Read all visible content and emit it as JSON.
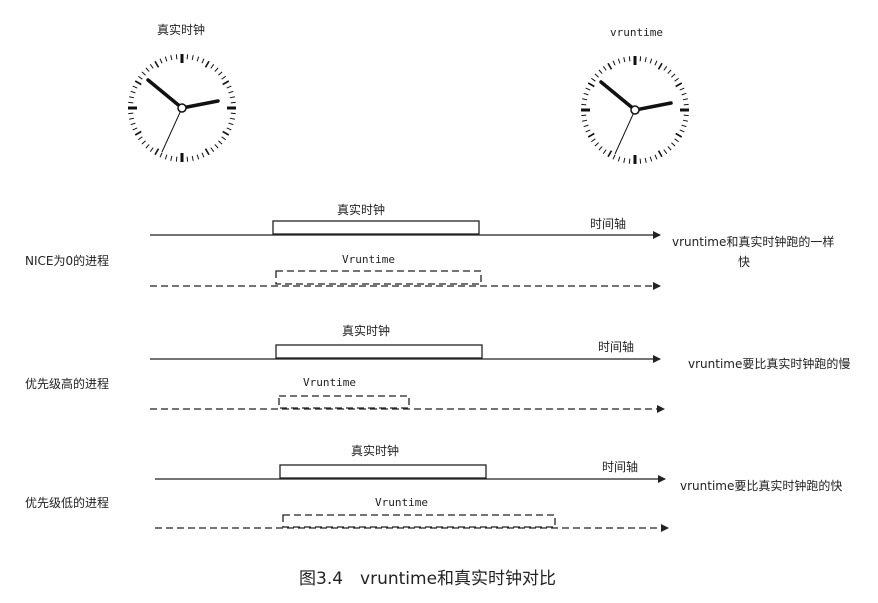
{
  "clocks": {
    "left_title": "真实时钟",
    "right_title": "vruntime"
  },
  "rows": [
    {
      "process_label": "NICE为0的进程",
      "real_clock_label": "真实时钟",
      "axis_label": "时间轴",
      "vruntime_label": "Vruntime",
      "note": "vruntime和真实时钟跑的一样",
      "note_line2": "快"
    },
    {
      "process_label": "优先级高的进程",
      "real_clock_label": "真实时钟",
      "axis_label": "时间轴",
      "vruntime_label": "Vruntime",
      "note": "vruntime要比真实时钟跑的慢",
      "note_line2": ""
    },
    {
      "process_label": "优先级低的进程",
      "real_clock_label": "真实时钟",
      "axis_label": "时间轴",
      "vruntime_label": "Vruntime",
      "note": "vruntime要比真实时钟跑的快",
      "note_line2": ""
    }
  ],
  "caption": "图3.4　vruntime和真实时钟对比"
}
